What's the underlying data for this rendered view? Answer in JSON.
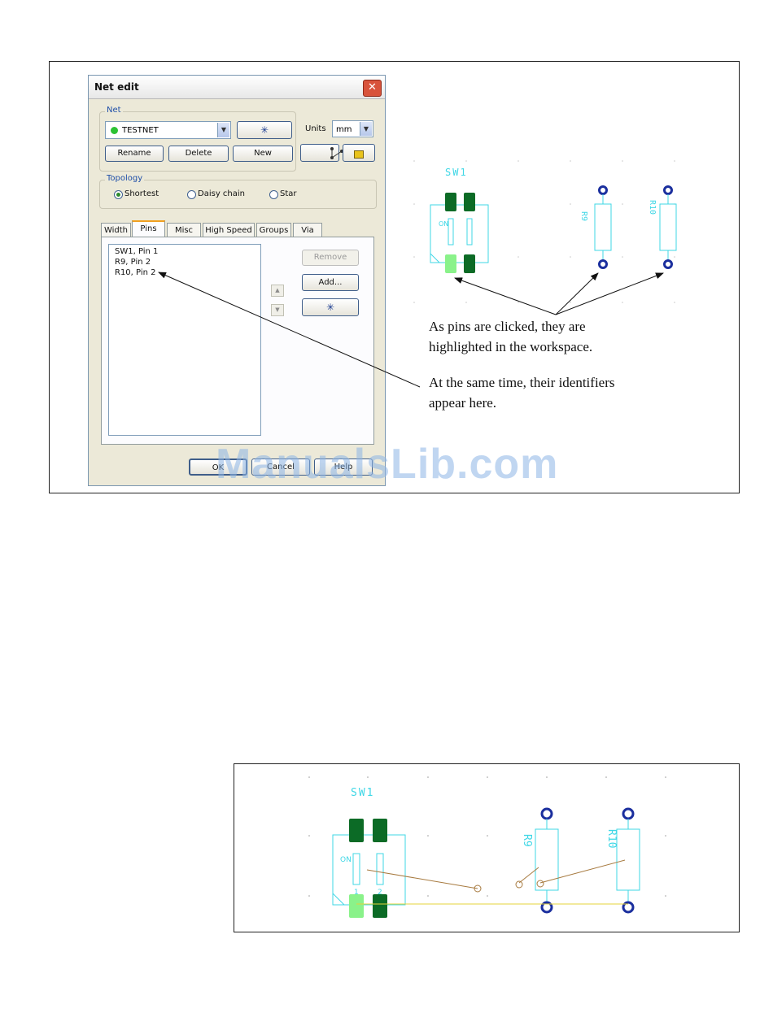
{
  "dialog": {
    "title": "Net edit",
    "net_group_label": "Net",
    "net_selected": "TESTNET",
    "units_label": "Units",
    "units_value": "mm",
    "rename_label": "Rename",
    "delete_label": "Delete",
    "new_label": "New",
    "topology_label": "Topology",
    "topology_options": [
      "Shortest",
      "Daisy chain",
      "Star"
    ],
    "topology_selected": "Shortest",
    "tabs": [
      "Width",
      "Pins",
      "Misc",
      "High Speed",
      "Groups",
      "Via"
    ],
    "active_tab": "Pins",
    "pins": [
      "SW1, Pin 1",
      "R9, Pin 2",
      "R10, Pin 2"
    ],
    "remove_label": "Remove",
    "add_label": "Add...",
    "ok_label": "OK",
    "cancel_label": "Cancel",
    "help_label": "Help"
  },
  "workspace1": {
    "sw_label": "SW1",
    "r9_label": "R9",
    "r10_label": "R10",
    "on_label": "ON",
    "colors": {
      "silk": "#3fd7e6",
      "pad": "#0c6b26",
      "pad_highlight": "#8af28a",
      "via": "#1b2f9e"
    }
  },
  "captions": {
    "line1": "As pins are clicked, they are",
    "line2": "highlighted in the workspace.",
    "line3": "At the same time, their identifiers",
    "line4": "appear here."
  },
  "workspace2": {
    "sw_label": "SW1",
    "r9_label": "R9",
    "r10_label": "R10",
    "on_label": "ON",
    "pin1_label": "1",
    "pin2_label": "2"
  },
  "watermark": "ManualsLib.com"
}
